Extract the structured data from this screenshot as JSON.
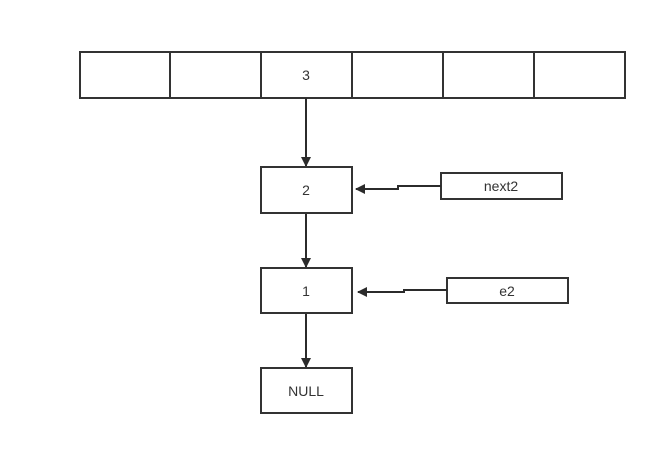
{
  "hash_table": {
    "buckets": [
      "",
      "",
      "3",
      "",
      "",
      ""
    ]
  },
  "chain": {
    "node_2": "2",
    "node_1": "1",
    "null_node": "NULL"
  },
  "pointers": {
    "next2": "next2",
    "e2": "e2"
  }
}
